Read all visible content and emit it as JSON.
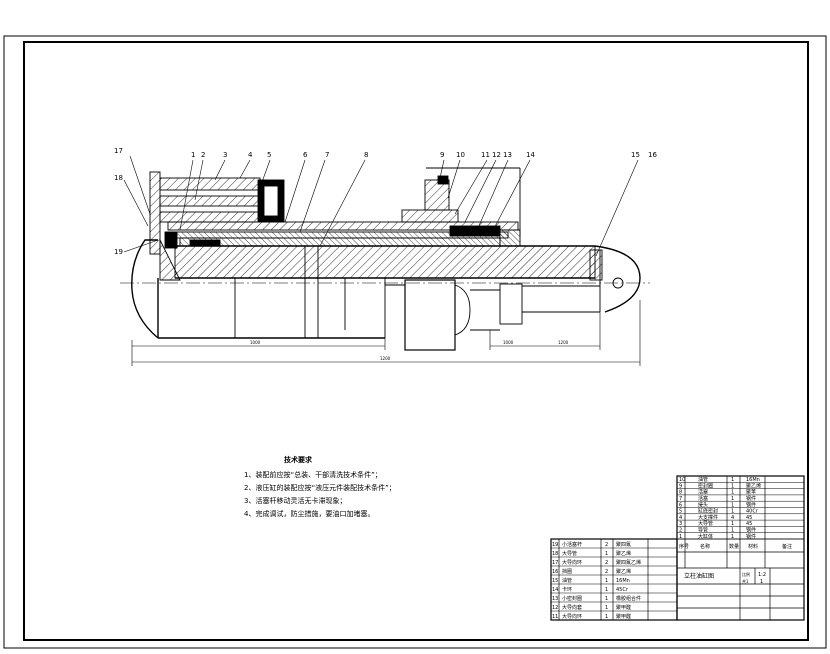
{
  "notes": {
    "title": "技术要求",
    "lines": [
      "1、装配前应按“总装、干部清洗技术条件”；",
      "2、液压缸的装配应按“液压元件装配技术条件”；",
      "3、活塞杆移动灵活无卡滞现象；",
      "4、完成调试，防尘措施，要油口加堵塞。"
    ]
  },
  "balloons": [
    "1",
    "2",
    "3",
    "4",
    "5",
    "6",
    "7",
    "8",
    "9",
    "10",
    "11",
    "12",
    "13",
    "14",
    "15",
    "16",
    "17",
    "18",
    "19"
  ],
  "dimensions": [
    "1000",
    "1200",
    "1000",
    "1200"
  ],
  "title_block": {
    "drawing_title": "立柱油缸图",
    "scale_label": "比例",
    "scale_value": "1:2",
    "sheet_label": "共1",
    "sheet_value": "1"
  },
  "parts_right": [
    {
      "no": "10",
      "name": "油管",
      "qty": "1",
      "mat": "16Mn"
    },
    {
      "no": "9",
      "name": "密封圈",
      "qty": "1",
      "mat": "聚乙烯"
    },
    {
      "no": "8",
      "name": "活塞",
      "qty": "1",
      "mat": "聚苯"
    },
    {
      "no": "7",
      "name": "活塞",
      "qty": "1",
      "mat": "钢件"
    },
    {
      "no": "6",
      "name": "接头",
      "qty": "1",
      "mat": "钢件"
    },
    {
      "no": "5",
      "name": "缸底密封",
      "qty": "1",
      "mat": "40Cr"
    },
    {
      "no": "4",
      "name": "大支撑件",
      "qty": "4",
      "mat": "45"
    },
    {
      "no": "3",
      "name": "大导管",
      "qty": "1",
      "mat": "45"
    },
    {
      "no": "2",
      "name": "导管",
      "qty": "1",
      "mat": "钢件"
    },
    {
      "no": "1",
      "name": "大缸体",
      "qty": "1",
      "mat": "钢件"
    }
  ],
  "parts_right_header": {
    "no": "序号",
    "name": "名称",
    "qty": "数量",
    "mat": "材料",
    "note": "备注"
  },
  "parts_left": [
    {
      "no": "19",
      "name": "小活塞杆",
      "qty": "2",
      "mat": "聚四氟"
    },
    {
      "no": "18",
      "name": "大导管",
      "qty": "1",
      "mat": "聚乙烯"
    },
    {
      "no": "17",
      "name": "大导向环",
      "qty": "2",
      "mat": "聚四氟乙烯"
    },
    {
      "no": "16",
      "name": "挡圈",
      "qty": "2",
      "mat": "聚乙烯"
    },
    {
      "no": "15",
      "name": "油管",
      "qty": "1",
      "mat": "16Mn"
    },
    {
      "no": "14",
      "name": "卡环",
      "qty": "1",
      "mat": "45Cr"
    },
    {
      "no": "13",
      "name": "小密封圈",
      "qty": "1",
      "mat": "橡胶组合件"
    },
    {
      "no": "12",
      "name": "大导向套",
      "qty": "1",
      "mat": "聚甲醛"
    },
    {
      "no": "11",
      "name": "大导向环",
      "qty": "1",
      "mat": "聚甲醛"
    }
  ]
}
